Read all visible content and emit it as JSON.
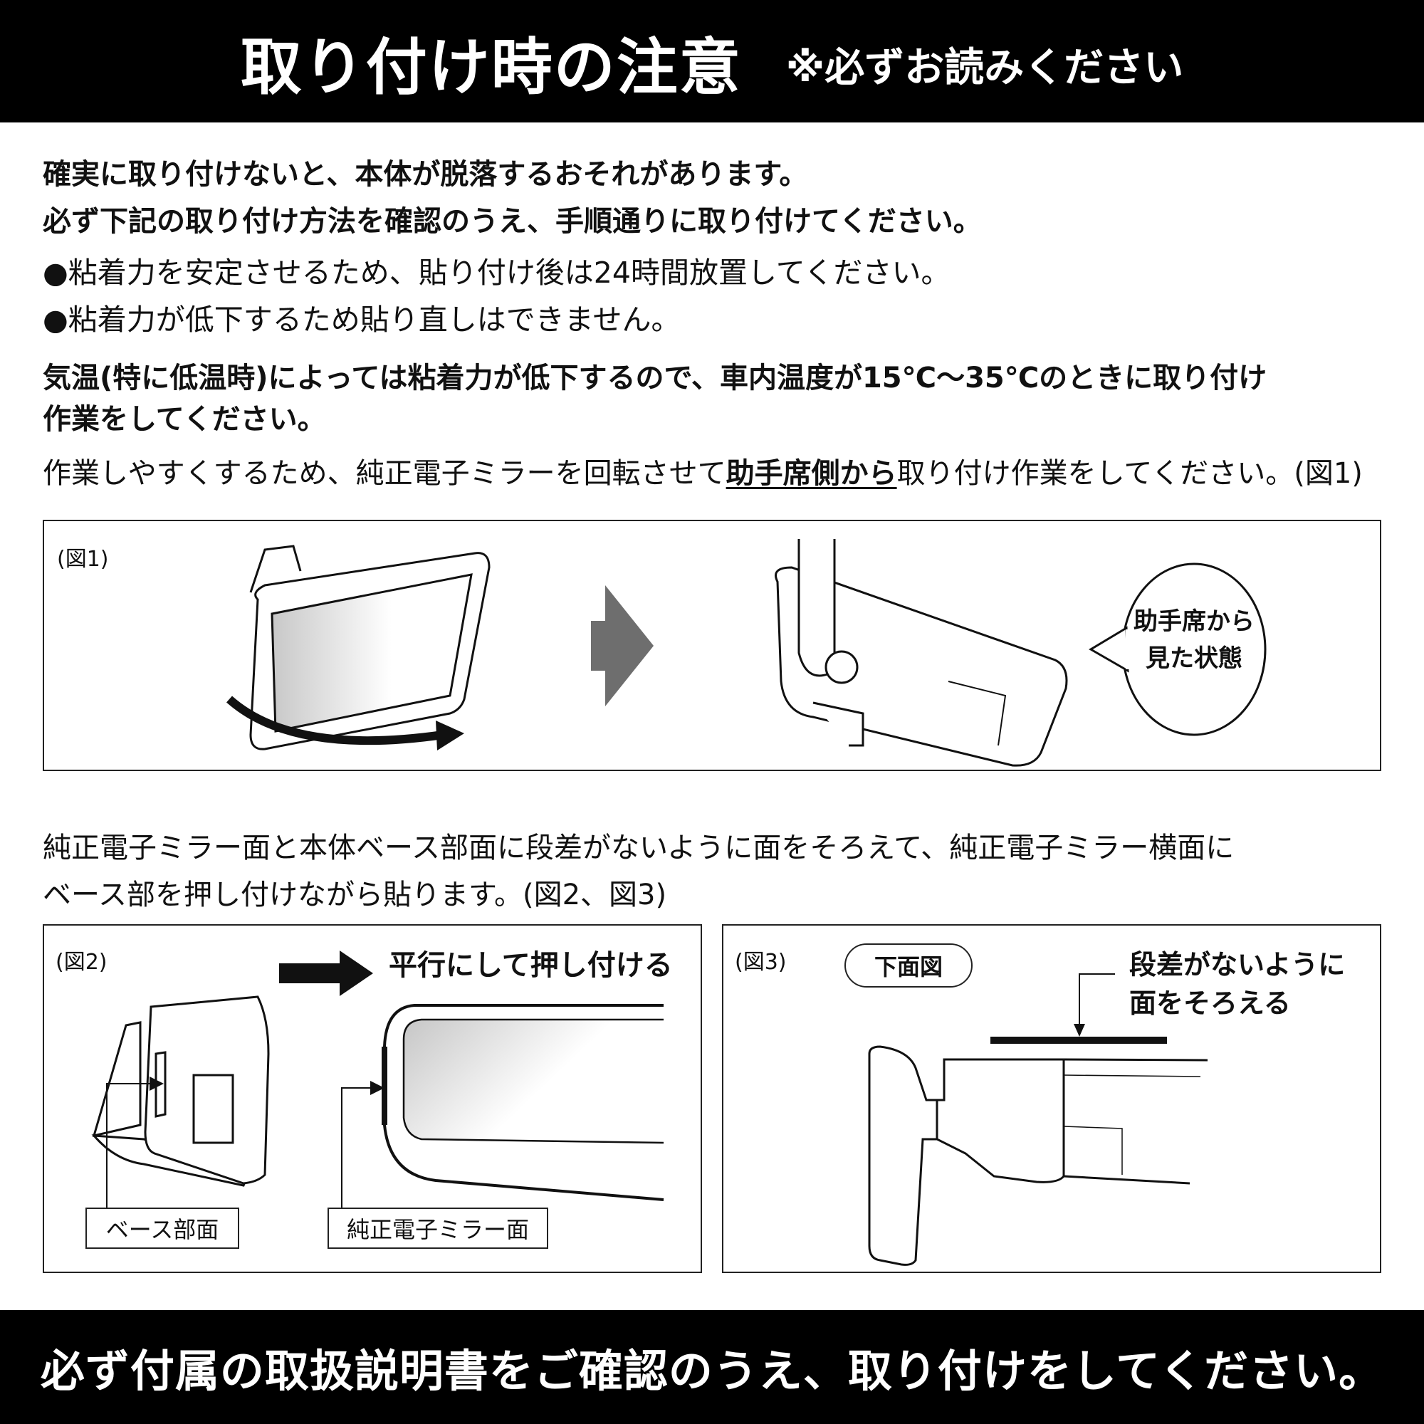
{
  "header": {
    "title": "取り付け時の注意",
    "subtitle": "※必ずお読みください"
  },
  "intro": {
    "line1": "確実に取り付けないと、本体が脱落するおそれがあります。",
    "line2": "必ず下記の取り付け方法を確認のうえ、手順通りに取り付けてください。"
  },
  "bullets": [
    "●粘着力を安定させるため、貼り付け後は24時間放置してください。",
    "●粘着力が低下するため貼り直しはできません。"
  ],
  "temperature_note": {
    "line1": "気温(特に低温時)によっては粘着力が低下するので、車内温度が15℃〜35℃のときに取り付け",
    "line2": "作業をしてください。"
  },
  "rotation_note": {
    "before": "作業しやすくするため、純正電子ミラーを回転させて",
    "underlined": "助手席側から",
    "after": "取り付け作業をしてください。(図1)"
  },
  "figure1": {
    "label": "(図1)",
    "speech_bubble": [
      "助手席から",
      "見た状態"
    ],
    "arrow_color": "#6e6e6e"
  },
  "alignment_note": {
    "line1": "純正電子ミラー面と本体ベース部面に段差がないように面をそろえて、純正電子ミラー横面に",
    "line2": "ベース部を押し付けながら貼ります。(図2、図3)"
  },
  "figure2": {
    "label": "(図2)",
    "arrow_caption": "平行にして押し付ける",
    "tag_base": "ベース部面",
    "tag_mirror": "純正電子ミラー面"
  },
  "figure3": {
    "label": "(図3)",
    "view_pill": "下面図",
    "caption": [
      "段差がないように",
      "面をそろえる"
    ]
  },
  "footer": {
    "message": "必ず付属の取扱説明書をご確認のうえ、取り付けをしてください。"
  }
}
